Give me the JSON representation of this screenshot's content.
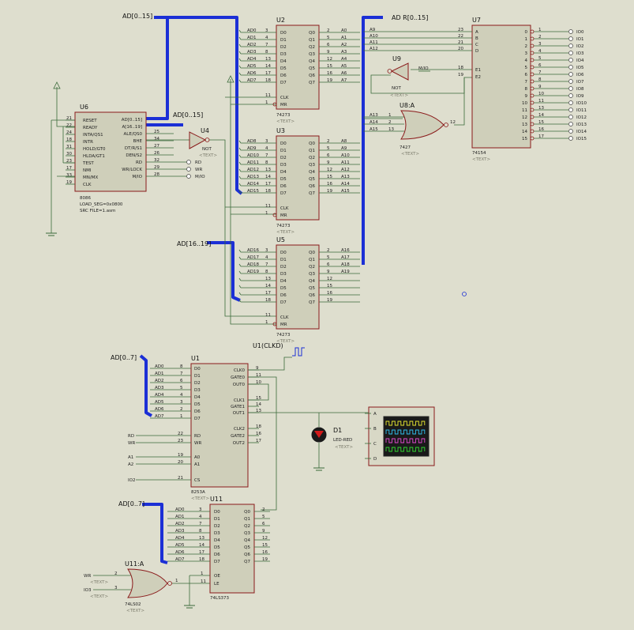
{
  "labels": {
    "ad_0_15_top": "AD[0..15]",
    "ad_0_15_u7": "AD R[0..15]",
    "ad_0_15_u6": "AD[0..15]",
    "a_16_19_u6": "A[16..19]",
    "ad_16_19_u5": "AD[16..19]",
    "ad_0_7_u1": "AD[0..7]",
    "ad_0_7_u11": "AD[0..7]",
    "u1_clkd": "U1(CLKD)"
  },
  "u6": {
    "ref": "U6",
    "part": "8086",
    "load": "LOAD_SEG=0x0800",
    "src": "SRC FILE=1.asm",
    "left_pins": [
      {
        "num": "21",
        "name": "RESET"
      },
      {
        "num": "22",
        "name": "READY"
      },
      {
        "num": "24",
        "name": "INTA/QS1"
      },
      {
        "num": "18",
        "name": "INTR"
      },
      {
        "num": "31",
        "name": "HOLD/GT0"
      },
      {
        "num": "30",
        "name": "HLDA/GT1"
      },
      {
        "num": "23",
        "name": "TEST"
      },
      {
        "num": "17",
        "name": "NMI"
      },
      {
        "num": "33",
        "name": "MN/MX"
      },
      {
        "num": "19",
        "name": "CLK"
      }
    ],
    "right_pins": [
      {
        "num": "",
        "name": "AD[0..15]"
      },
      {
        "num": "",
        "name": "A[16..19]"
      },
      {
        "num": "25",
        "name": "ALE/QS0"
      },
      {
        "num": "34",
        "name": "BHE"
      },
      {
        "num": "27",
        "name": "DT/R/S1"
      },
      {
        "num": "26",
        "name": "DEN/S2"
      },
      {
        "num": "32",
        "name": "RD"
      },
      {
        "num": "29",
        "name": "WR/LOCK"
      },
      {
        "num": "28",
        "name": "M/IO"
      }
    ],
    "outs": [
      "RD",
      "WR",
      "M/IO"
    ]
  },
  "u4": {
    "ref": "U4",
    "part": "NOT",
    "sub": "<TEXT>"
  },
  "latches": [
    {
      "ref": "U2",
      "part": "74273",
      "sub": "<TEXT>",
      "in_labels": [
        "AD0",
        "AD1",
        "AD2",
        "AD3",
        "AD4",
        "AD5",
        "AD6",
        "AD7"
      ],
      "in_nums": [
        "3",
        "4",
        "7",
        "8",
        "13",
        "14",
        "17",
        "18"
      ],
      "out_nums": [
        "2",
        "5",
        "6",
        "9",
        "12",
        "15",
        "16",
        "19"
      ],
      "out_labels": [
        "A0",
        "A1",
        "A2",
        "A3",
        "A4",
        "A5",
        "A6",
        "A7"
      ]
    },
    {
      "ref": "U3",
      "part": "74273",
      "sub": "<TEXT>",
      "in_labels": [
        "AD8",
        "AD9",
        "AD10",
        "AD11",
        "AD12",
        "AD13",
        "AD14",
        "AD15"
      ],
      "in_nums": [
        "3",
        "4",
        "7",
        "8",
        "13",
        "14",
        "17",
        "18"
      ],
      "out_nums": [
        "2",
        "5",
        "6",
        "9",
        "12",
        "15",
        "16",
        "19"
      ],
      "out_labels": [
        "A8",
        "A9",
        "A10",
        "A11",
        "A12",
        "A13",
        "A14",
        "A15"
      ]
    },
    {
      "ref": "U5",
      "part": "74273",
      "sub": "<TEXT>",
      "in_labels": [
        "AD16",
        "AD17",
        "AD18",
        "AD19",
        "",
        "",
        "",
        ""
      ],
      "in_nums": [
        "3",
        "4",
        "7",
        "8",
        "13",
        "14",
        "17",
        "18"
      ],
      "out_nums": [
        "2",
        "5",
        "6",
        "9",
        "12",
        "15",
        "16",
        "19"
      ],
      "out_labels": [
        "A16",
        "A17",
        "A18",
        "A19",
        "",
        "",
        "",
        ""
      ]
    }
  ],
  "latch_pins": {
    "d": [
      "D0",
      "D1",
      "D2",
      "D3",
      "D4",
      "D5",
      "D6",
      "D7"
    ],
    "q": [
      "Q0",
      "Q1",
      "Q2",
      "Q3",
      "Q4",
      "Q5",
      "Q6",
      "Q7"
    ],
    "clk": "CLK",
    "mr": "MR",
    "clk_num": "11",
    "mr_num": "1"
  },
  "u7": {
    "ref": "U7",
    "part": "74154",
    "sub": "<TEXT>",
    "in_labels": [
      "A9",
      "A10",
      "A11",
      "A12"
    ],
    "in_nums": [
      "23",
      "22",
      "21",
      "20"
    ],
    "in_pins": [
      "A",
      "B",
      "C",
      "D"
    ],
    "en_pins": [
      "E1",
      "E2"
    ],
    "en_nums": [
      "18",
      "19"
    ],
    "out_nums": [
      "1",
      "2",
      "3",
      "4",
      "5",
      "6",
      "7",
      "8",
      "9",
      "10",
      "11",
      "13",
      "14",
      "15",
      "16",
      "17"
    ],
    "outs": [
      "IO0",
      "IO1",
      "IO2",
      "IO3",
      "IO4",
      "IO5",
      "IO6",
      "IO7",
      "IO8",
      "IO9",
      "IO10",
      "IO11",
      "IO12",
      "IO13",
      "IO14",
      "IO15"
    ]
  },
  "u9": {
    "ref": "U9",
    "part": "NOT",
    "sub": "<TEXT>",
    "in": "M/IO"
  },
  "u8": {
    "ref": "U8:A",
    "part": "7427",
    "sub": "<TEXT>",
    "ins": [
      "A13",
      "A14",
      "A15"
    ],
    "in_nums": [
      "1",
      "2",
      "13"
    ],
    "out_num": "12"
  },
  "u1": {
    "ref": "U1",
    "part": "8253A",
    "sub": "<TEXT>",
    "ad_labels": [
      "AD0",
      "AD1",
      "AD2",
      "AD3",
      "AD4",
      "AD5",
      "AD6",
      "AD7"
    ],
    "ad_nums": [
      "8",
      "7",
      "6",
      "5",
      "4",
      "3",
      "2",
      "1"
    ],
    "d_pins": [
      "D0",
      "D1",
      "D2",
      "D3",
      "D4",
      "D5",
      "D6",
      "D7"
    ],
    "ctl_in": [
      {
        "sig": "RD",
        "num": "22",
        "pin": "RD"
      },
      {
        "sig": "WR",
        "num": "23",
        "pin": "WR"
      },
      {
        "sig": "A1",
        "num": "19",
        "pin": "A0"
      },
      {
        "sig": "A2",
        "num": "20",
        "pin": "A1"
      },
      {
        "sig": "IO2",
        "num": "21",
        "pin": "CS"
      }
    ],
    "right": [
      {
        "pin": "CLK0",
        "num": "9"
      },
      {
        "pin": "GATE0",
        "num": "11"
      },
      {
        "pin": "OUT0",
        "num": "10"
      },
      {
        "pin": "CLK1",
        "num": "15"
      },
      {
        "pin": "GATE1",
        "num": "14"
      },
      {
        "pin": "OUT1",
        "num": "13"
      },
      {
        "pin": "CLK2",
        "num": "18"
      },
      {
        "pin": "GATE2",
        "num": "16"
      },
      {
        "pin": "OUT2",
        "num": "17"
      }
    ]
  },
  "d1": {
    "ref": "D1",
    "part": "LED-RED",
    "sub": "<TEXT>"
  },
  "scope": {
    "pins": [
      "A",
      "B",
      "C",
      "D"
    ]
  },
  "u11": {
    "ref": "U11",
    "part": "74LS373",
    "ad_labels": [
      "AD0",
      "AD1",
      "AD2",
      "AD3",
      "AD4",
      "AD5",
      "AD6",
      "AD7"
    ],
    "in_nums": [
      "3",
      "4",
      "7",
      "8",
      "13",
      "14",
      "17",
      "18"
    ],
    "d_pins": [
      "D0",
      "D1",
      "D2",
      "D3",
      "D4",
      "D5",
      "D6",
      "D7"
    ],
    "q_pins": [
      "Q0",
      "Q1",
      "Q2",
      "Q3",
      "Q4",
      "Q5",
      "Q6",
      "Q7"
    ],
    "out_nums": [
      "2",
      "5",
      "6",
      "9",
      "12",
      "15",
      "16",
      "19"
    ],
    "oe": "OE",
    "le": "LE",
    "oe_num": "1",
    "le_num": "11"
  },
  "u11a": {
    "ref": "U11:A",
    "part": "74LS02",
    "sub": "<TEXT>",
    "ins": [
      "WR",
      "IO3"
    ],
    "in_nums": [
      "2",
      "3"
    ],
    "out_num": "1",
    "sub_in": "<TEXT>"
  }
}
